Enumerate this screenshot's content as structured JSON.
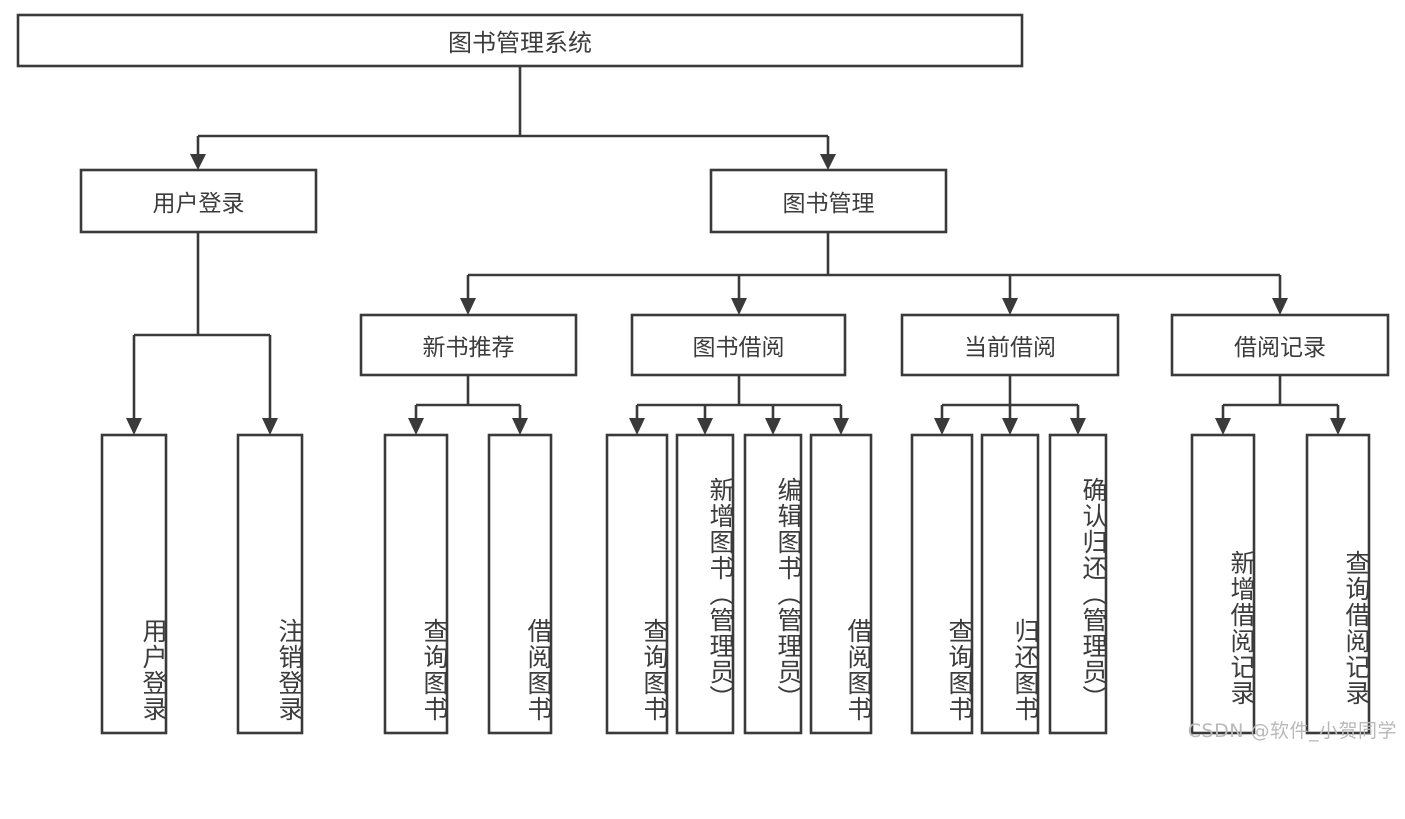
{
  "diagram": {
    "kind": "tree-hierarchy",
    "title": "图书管理系统",
    "watermark": "CSDN @软件_小贺同学",
    "colors": {
      "stroke": "#3a3a3a",
      "box_fill": "#ffffff",
      "text": "#3c3c3c",
      "background": "#ffffff",
      "watermark": "#b9b9b9"
    },
    "root": {
      "label": "图书管理系统",
      "orientation": "horizontal"
    },
    "level2": [
      {
        "label": "用户登录",
        "orientation": "horizontal"
      },
      {
        "label": "图书管理",
        "orientation": "horizontal"
      }
    ],
    "level3": [
      {
        "label": "新书推荐",
        "orientation": "horizontal"
      },
      {
        "label": "图书借阅",
        "orientation": "horizontal"
      },
      {
        "label": "当前借阅",
        "orientation": "horizontal"
      },
      {
        "label": "借阅记录",
        "orientation": "horizontal"
      }
    ],
    "leaves": {
      "user_login": [
        {
          "label": "用户登录",
          "orientation": "vertical"
        },
        {
          "label": "注销登录",
          "orientation": "vertical"
        }
      ],
      "new_book_recommend": [
        {
          "label": "查询图书",
          "orientation": "vertical"
        },
        {
          "label": "借阅图书",
          "orientation": "vertical"
        }
      ],
      "book_borrow": [
        {
          "label": "查询图书",
          "orientation": "vertical"
        },
        {
          "label": "新增图书（管理员）",
          "orientation": "vertical"
        },
        {
          "label": "编辑图书（管理员）",
          "orientation": "vertical"
        },
        {
          "label": "借阅图书",
          "orientation": "vertical"
        }
      ],
      "current_borrow": [
        {
          "label": "查询图书",
          "orientation": "vertical"
        },
        {
          "label": "归还图书",
          "orientation": "vertical"
        },
        {
          "label": "确认归还（管理员）",
          "orientation": "vertical"
        }
      ],
      "borrow_record": [
        {
          "label": "新增借阅记录",
          "orientation": "vertical"
        },
        {
          "label": "查询借阅记录",
          "orientation": "vertical"
        }
      ]
    }
  }
}
